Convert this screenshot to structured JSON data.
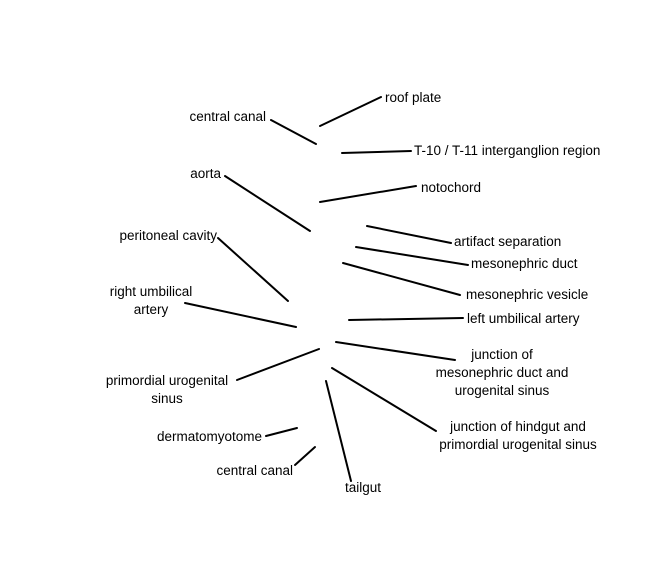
{
  "labels": {
    "roof_plate": "roof plate",
    "central_canal_top": "central canal",
    "intergang": "T-10 / T-11 interganglion region",
    "aorta": "aorta",
    "notochord": "notochord",
    "peritoneal": "peritoneal cavity",
    "artifact": "artifact separation",
    "meso_duct": "mesonephric duct",
    "meso_vesicle": "mesonephric vesicle",
    "right_umb_1": "right umbilical",
    "right_umb_2": "artery",
    "left_umb": "left umbilical artery",
    "junction_meso_1": "junction of",
    "junction_meso_2": "mesonephric duct and",
    "junction_meso_3": "urogenital sinus",
    "prim_uro_1": "primordial urogenital",
    "prim_uro_2": "sinus",
    "junction_hind_1": "junction of hindgut and",
    "junction_hind_2": "primordial urogenital sinus",
    "dermato": "dermatomyotome",
    "central_canal_bottom": "central canal",
    "tailgut": "tailgut"
  },
  "colors": {
    "ink": "#000000",
    "background": "#ffffff"
  }
}
